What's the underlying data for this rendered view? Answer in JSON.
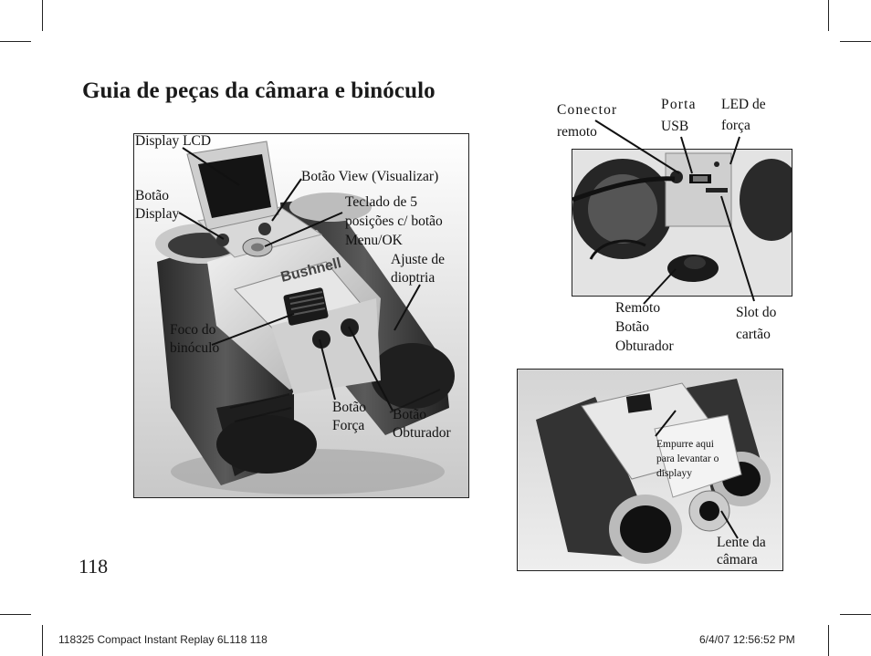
{
  "page": {
    "title": "Guia de peças da câmara e binóculo",
    "page_number": "118",
    "footer_left": "118325 Compact Instant Replay 6L118   118",
    "footer_right": "6/4/07   12:56:52 PM"
  },
  "figure_main": {
    "labels": {
      "display_lcd": "Display LCD",
      "botao_view": "Botão View (Visualizar)",
      "botao_display_1": "Botão",
      "botao_display_2": "Display",
      "teclado_1": "Teclado de 5",
      "teclado_2": "posições c/ botão",
      "teclado_3": "Menu/OK",
      "ajuste_1": "Ajuste de",
      "ajuste_2": "dioptria",
      "foco_1": "Foco do",
      "foco_2": "binóculo",
      "forca_1": "Botão",
      "forca_2": "Força",
      "obturador_1": "Botão",
      "obturador_2": "Obturador",
      "brand_logo": "Bushnell"
    }
  },
  "figure_ports": {
    "labels": {
      "conector_1": "Conector",
      "conector_2": "remoto",
      "usb_1": "Porta",
      "usb_2": "USB",
      "led_1": "LED de",
      "led_2": "força",
      "remoto_1": "Remoto",
      "remoto_2": "Botão",
      "remoto_3": "Obturador",
      "slot_1": "Slot do",
      "slot_2": "cartão"
    }
  },
  "figure_front": {
    "labels": {
      "empurre_1": "Empurre aqui",
      "empurre_2": "para levantar o",
      "empurre_3": "displayy",
      "lente_1": "Lente da",
      "lente_2": "câmara"
    }
  }
}
